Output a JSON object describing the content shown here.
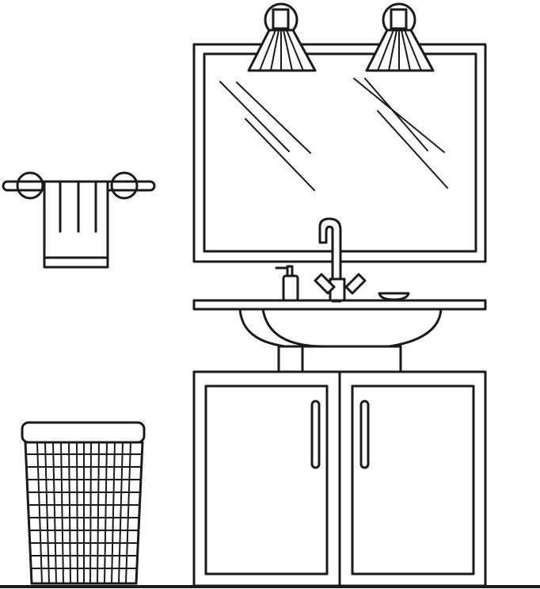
{
  "scene": {
    "background": "#ffffff",
    "line_color": "#1a1a1a",
    "objects": [
      {
        "name": "wall-lamp",
        "count": 2
      },
      {
        "name": "wall-mirror",
        "count": 1
      },
      {
        "name": "towel-rail",
        "count": 1
      },
      {
        "name": "hand-towel",
        "count": 1
      },
      {
        "name": "wall-mounted-sink",
        "count": 1
      },
      {
        "name": "faucet",
        "count": 1
      },
      {
        "name": "soap-dispenser",
        "count": 1
      },
      {
        "name": "soap-dish",
        "count": 1
      },
      {
        "name": "under-sink-cabinet",
        "doors": 2
      },
      {
        "name": "laundry-basket",
        "count": 1
      }
    ]
  }
}
